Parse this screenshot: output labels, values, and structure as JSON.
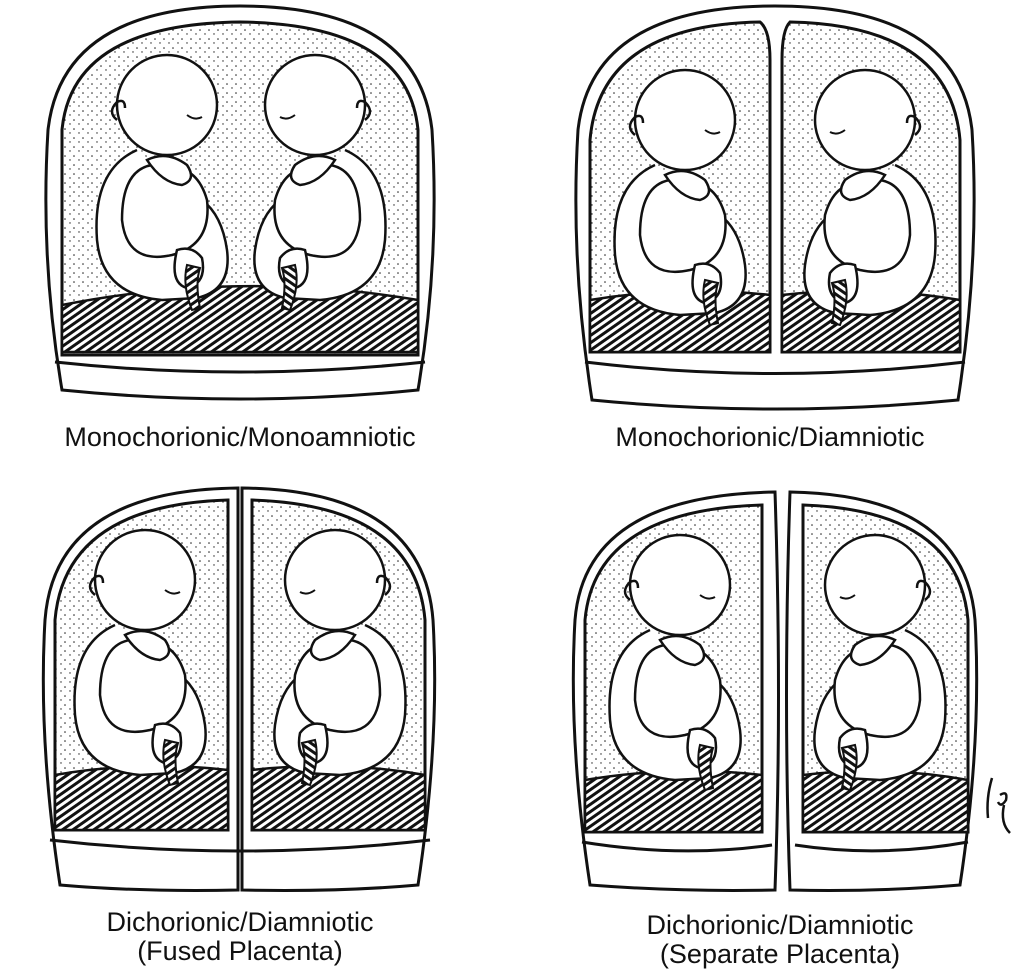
{
  "panels": [
    {
      "title": "Monochorionic/Monoamniotic"
    },
    {
      "title": "Monochorionic/Diamniotic"
    },
    {
      "title": "Dichorionic/Diamniotic",
      "subtitle": "(Fused Placenta)"
    },
    {
      "title": "Dichorionic/Diamniotic",
      "subtitle": "(Separate Placenta)"
    }
  ],
  "signature": "JPL",
  "colors": {
    "line": "#111111",
    "background": "#ffffff"
  }
}
